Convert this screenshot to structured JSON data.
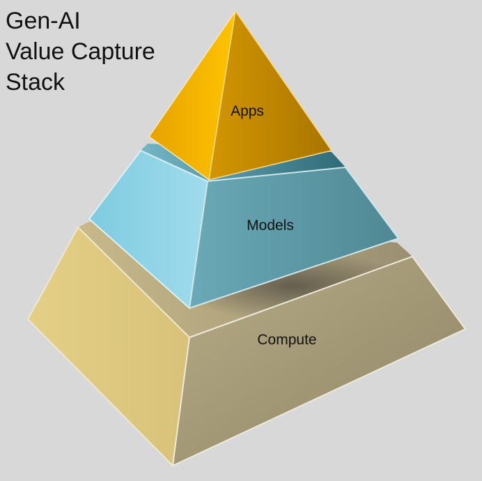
{
  "title_lines": [
    "Gen-AI",
    "Value Capture",
    "Stack"
  ],
  "layers": {
    "top": {
      "label": "Apps"
    },
    "middle": {
      "label": "Models"
    },
    "bottom": {
      "label": "Compute"
    }
  },
  "colors": {
    "background": "#d8d8d8",
    "apps": "#f0b400",
    "models": "#6ab8c8",
    "compute": "#c9b77a"
  }
}
